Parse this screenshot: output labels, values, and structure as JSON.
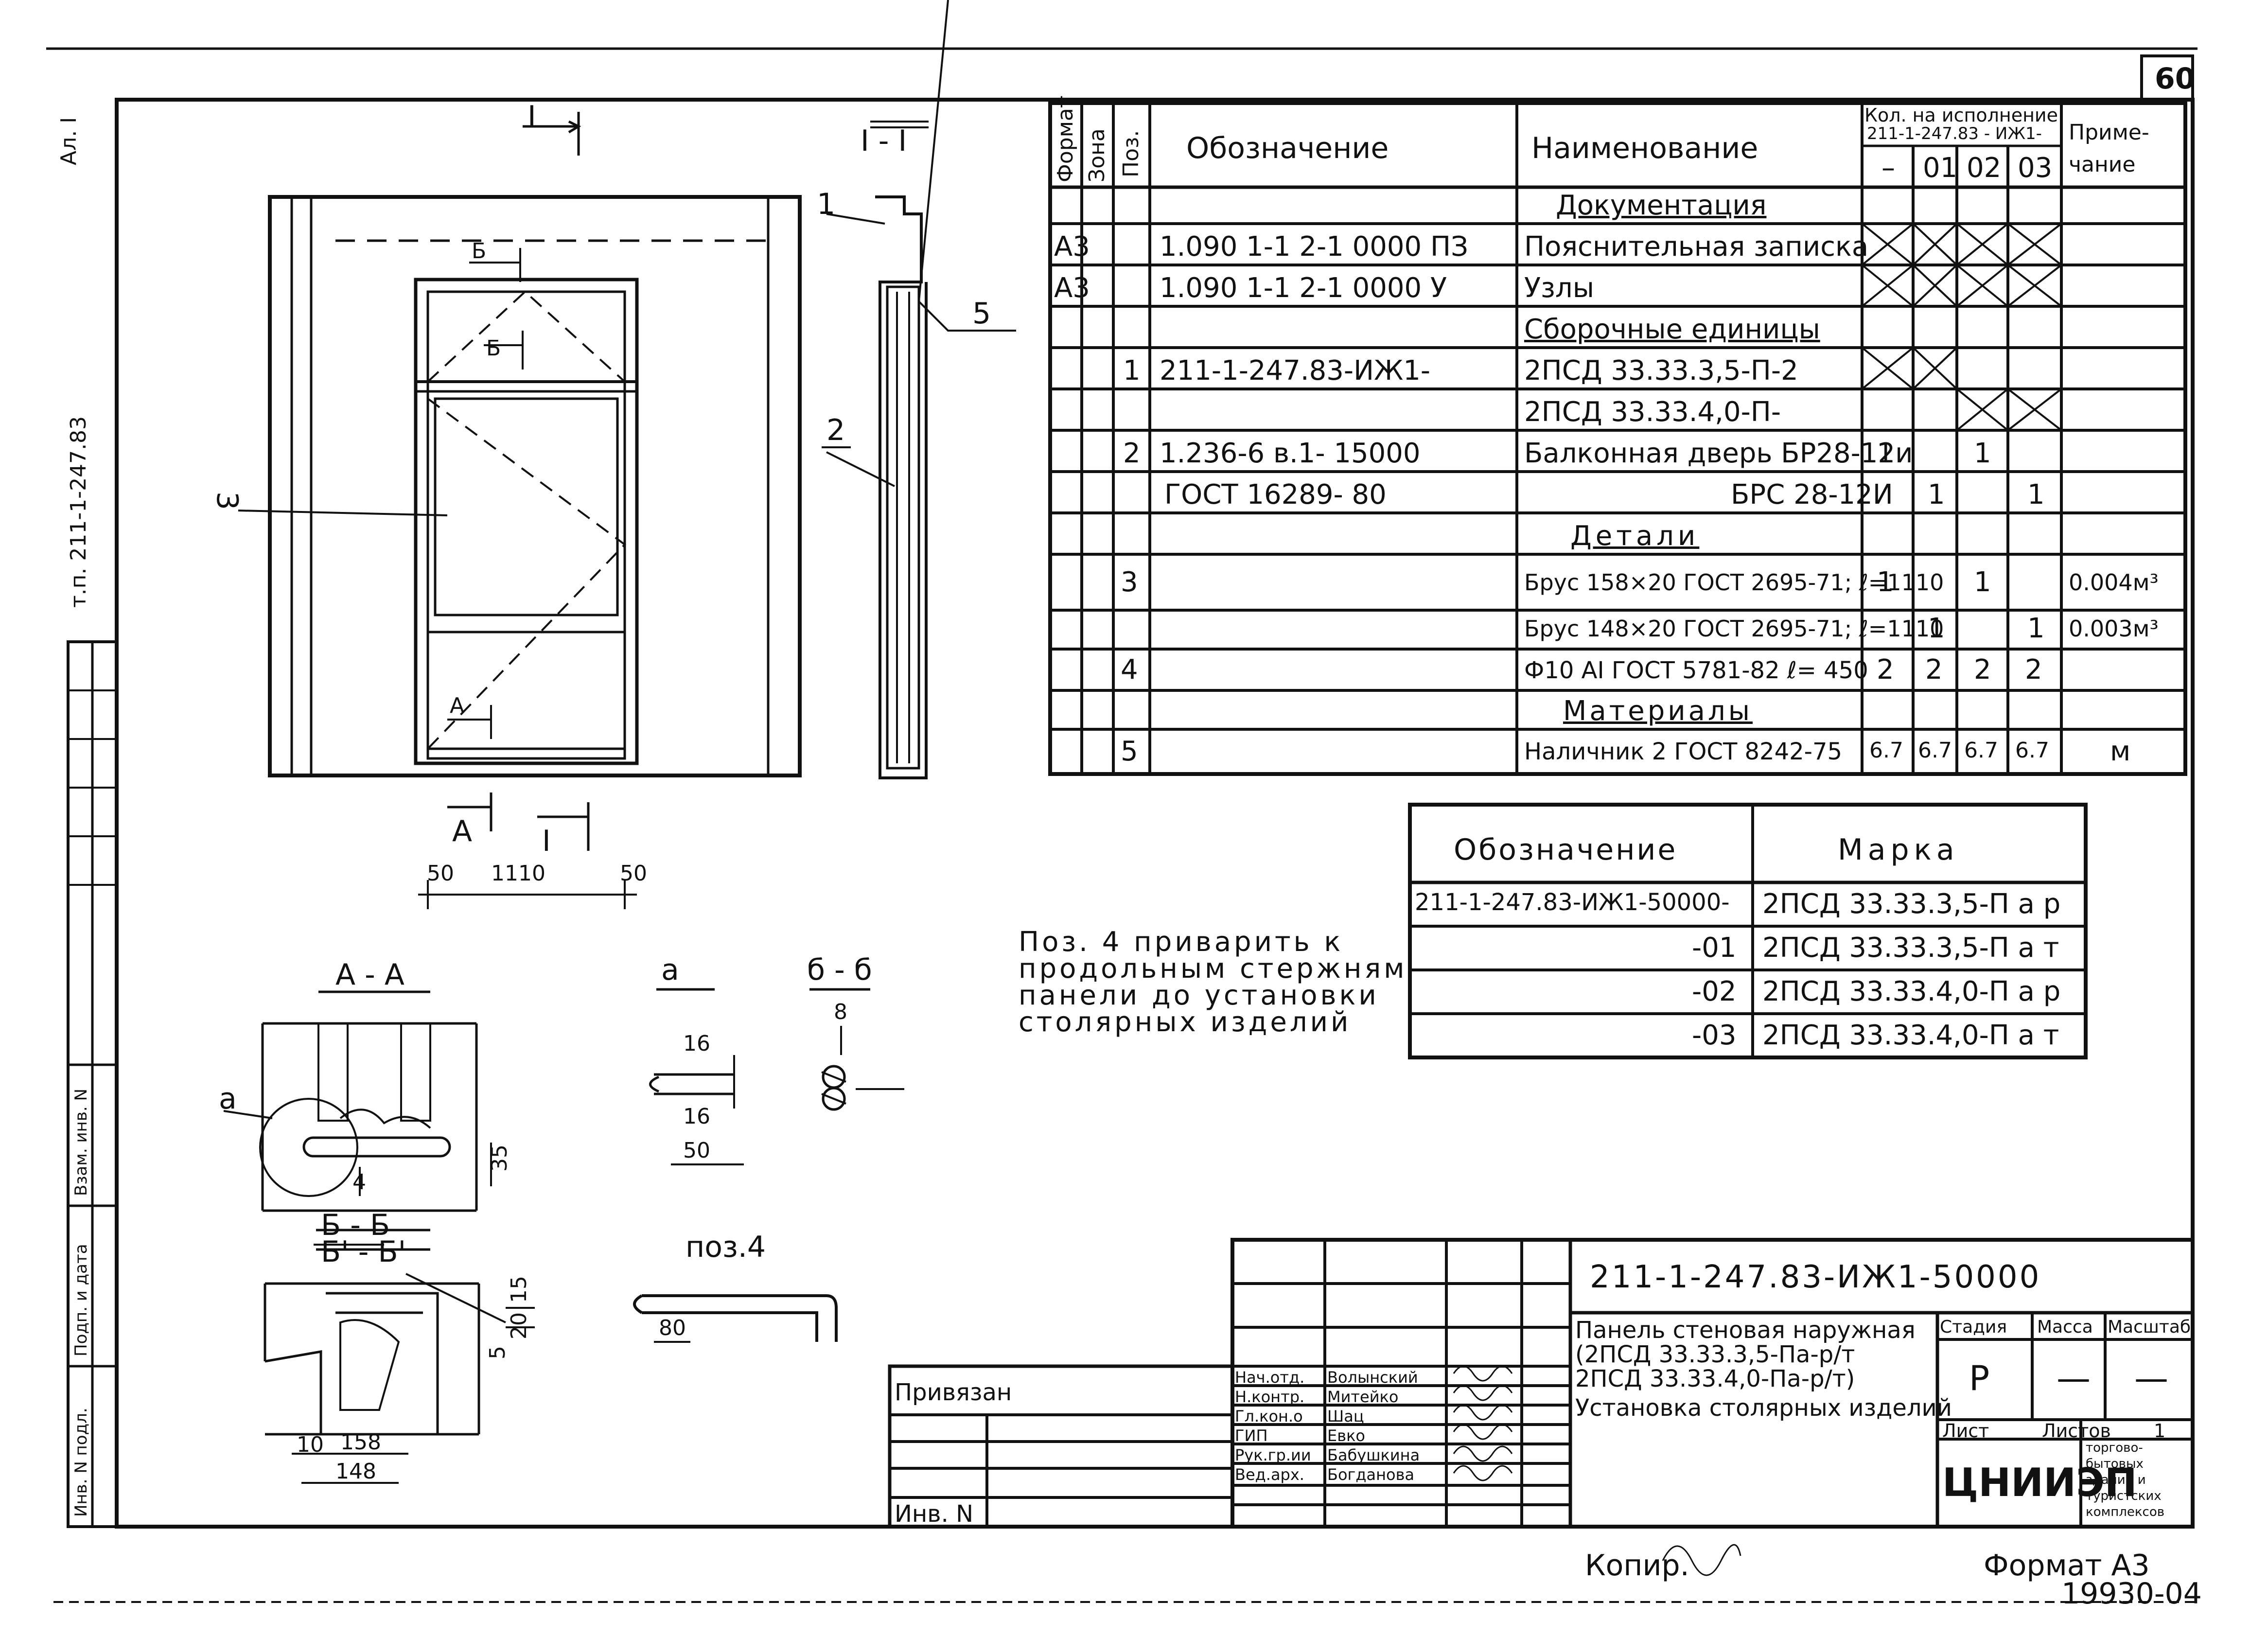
{
  "page": {
    "sheet_number": "60",
    "format": "Формат А3",
    "archive_number": "19930-04",
    "copy_note": "Копир."
  },
  "side_stamp": {
    "album": "Ал. I",
    "code": "т.п. 211-1-247.83",
    "cells": [
      "Инв. N подл.",
      "Подп. и дата",
      "Взам. инв. N"
    ]
  },
  "spec_table": {
    "headers": {
      "format": "Формат",
      "zone": "Зона",
      "pos": "Поз.",
      "designation": "Обозначение",
      "name": "Наименование",
      "qty": "Кол. на исполнение",
      "qty_doc": "211-1-247.83 - ИЖ1-",
      "variants": [
        "–",
        "01",
        "02",
        "03"
      ],
      "note": "Приме-\nчание"
    },
    "rows": [
      {
        "section": "Документация"
      },
      {
        "format": "А3",
        "designation": "1.090 1-1 2-1 0000 ПЗ",
        "name": "Пояснительная записка",
        "crossed": [
          0,
          1,
          2,
          3
        ]
      },
      {
        "format": "А3",
        "designation": "1.090 1-1 2-1 0000 У",
        "name": "Узлы",
        "crossed": [
          0,
          1,
          2,
          3
        ]
      },
      {
        "section": "Сборочные единицы"
      },
      {
        "pos": "1",
        "designation": "211-1-247.83-ИЖ1-",
        "name": "2ПСД 33.33.3,5-П-2",
        "crossed": [
          0,
          1
        ]
      },
      {
        "name": "2ПСД 33.33.4,0-П-",
        "crossed": [
          2,
          3
        ]
      },
      {
        "pos": "2",
        "designation": "1.236-6 в.1- 15000",
        "name": "Балконная дверь БР28-12и",
        "qty": [
          "1",
          "",
          "1",
          ""
        ]
      },
      {
        "designation": "ГОСТ 16289- 80",
        "name": "БРС 28-12И",
        "qty": [
          "",
          "1",
          "",
          "1"
        ]
      },
      {
        "section": "Детали"
      },
      {
        "pos": "3",
        "name": "Брус 158×20 ГОСТ 2695-71; ℓ=1110",
        "qty": [
          "1",
          "",
          "1",
          ""
        ],
        "note": "0.004м³"
      },
      {
        "name": "Брус 148×20 ГОСТ 2695-71; ℓ=1110",
        "qty": [
          "",
          "1",
          "",
          "1"
        ],
        "note": "0.003м³"
      },
      {
        "pos": "4",
        "name": "Ф10 АI ГОСТ 5781-82 ℓ= 450",
        "qty": [
          "2",
          "2",
          "2",
          "2"
        ]
      },
      {
        "section": "Материалы"
      },
      {
        "pos": "5",
        "name": "Наличник 2 ГОСТ 8242-75",
        "qty": [
          "6.7",
          "6.7",
          "6.7",
          "6.7"
        ],
        "note": "м"
      }
    ]
  },
  "mark_table": {
    "headers": [
      "Обозначение",
      "Марка"
    ],
    "rows": [
      [
        "211-1-247.83-ИЖ1-50000-",
        "2ПСД 33.33.3,5-П а р"
      ],
      [
        "-01",
        "2ПСД 33.33.3,5-П а т"
      ],
      [
        "-02",
        "2ПСД 33.33.4,0-П а р"
      ],
      [
        "-03",
        "2ПСД 33.33.4,0-П а т"
      ]
    ]
  },
  "note_text": [
    "Поз. 4 приварить к",
    "продольным стержням",
    "панели до установки",
    "столярных изделий"
  ],
  "drawing": {
    "section_I": "I",
    "section_I_title": "I - I",
    "callouts": [
      "1",
      "2",
      "3",
      "5"
    ],
    "labels": [
      "Б",
      "Б",
      "А"
    ],
    "dims_front": [
      "50",
      "1110",
      "50"
    ],
    "detail_AA": "А - А",
    "detail_a": "а",
    "detail_bb": "б - б",
    "detail_bb2": [
      "Б - Б",
      "Б' - Б'"
    ],
    "dims_AA": [
      "35",
      "4"
    ],
    "dims_a": [
      "16",
      "16",
      "50"
    ],
    "dims_bb": [
      "8"
    ],
    "pos4_label": "поз.4",
    "pos4_dim": "80",
    "dims_B": [
      "10",
      "158",
      "148",
      "15",
      "20",
      "5"
    ],
    "marker_a": "а"
  },
  "title_block": {
    "doc_code": "211-1-247.83-ИЖ1-50000",
    "title_lines": [
      "Панель стеновая наружная",
      "(2ПСД 33.33.3,5-Па-р/т",
      "2ПСД 33.33.4,0-Па-р/т)",
      "Установка столярных изделий"
    ],
    "stage_label": "Стадия",
    "mass_label": "Масса",
    "scale_label": "Масштаб",
    "stage": "Р",
    "mass": "—",
    "scale": "—",
    "sheet_label": "Лист",
    "sheets_label": "Листов",
    "sheets": "1",
    "org": "ЦНИИЭП",
    "org_desc": [
      "торгово-",
      "бытовых",
      "зданий и",
      "туристских",
      "комплексов"
    ],
    "binding_label": "Привязан",
    "inv_label": "Инв. N",
    "staff": [
      [
        "Нач.отд.",
        "Волынский"
      ],
      [
        "Н.контр.",
        "Митейко"
      ],
      [
        "Гл.кон.о",
        "Шац"
      ],
      [
        "ГИП",
        "Евко"
      ],
      [
        "Рук.гр.ии",
        "Бабушкина"
      ],
      [
        "Вед.арх.",
        "Богданова"
      ]
    ]
  }
}
